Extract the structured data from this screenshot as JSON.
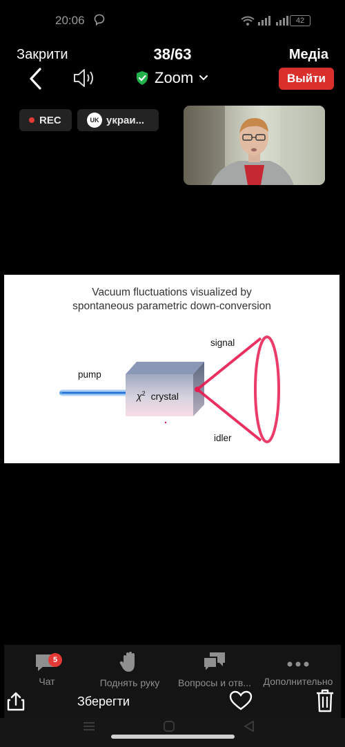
{
  "status_bar": {
    "time": "20:06",
    "battery": "42"
  },
  "header": {
    "close_label": "Закрити",
    "counter": "38/63",
    "media_label": "Медіа"
  },
  "meeting": {
    "app_name": "Zoom",
    "leave_label": "Выйти",
    "rec_label": "REC",
    "lang_code": "UK",
    "lang_label": "украи..."
  },
  "slide": {
    "title_line1": "Vacuum fluctuations visualized by",
    "title_line2": "spontaneous parametric down-conversion",
    "pump_label": "pump",
    "crystal_symbol": "χ",
    "crystal_exp": "2",
    "crystal_label": "crystal",
    "signal_label": "signal",
    "idler_label": "idler"
  },
  "toolbar": {
    "chat_label": "Чат",
    "chat_badge": "5",
    "raise_hand_label": "Поднять руку",
    "qa_label": "Вопросы и отв...",
    "more_label": "Дополнительно"
  },
  "actions": {
    "save_label": "Зберегти"
  },
  "colors": {
    "accent_red": "#d9302b",
    "shield_green": "#22b14c",
    "laser_red": "#e8194f",
    "pump_blue": "#3d8fe0"
  }
}
